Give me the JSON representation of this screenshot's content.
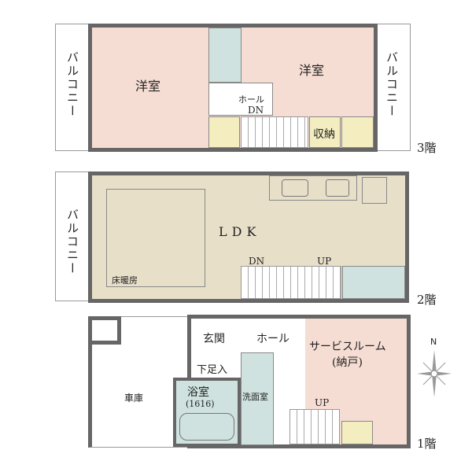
{
  "floors": [
    {
      "label": "3階",
      "rooms": {
        "western_left": "洋室",
        "western_right": "洋室",
        "hall": "ホール",
        "stair_dn": "DN",
        "storage": "収納",
        "balcony_left": "バルコニー",
        "balcony_right": "バルコニー"
      }
    },
    {
      "label": "2階",
      "rooms": {
        "ldk": "LDK",
        "floor_heating": "床暖房",
        "stair_dn": "DN",
        "stair_up": "UP",
        "balcony_left": "バルコニー"
      }
    },
    {
      "label": "1階",
      "rooms": {
        "entrance": "玄関",
        "hall": "ホール",
        "service_room": "サービスルーム",
        "service_room_sub": "(納戸)",
        "shoe_storage": "下足入",
        "bathroom": "浴室",
        "bathroom_size": "(1616)",
        "washroom": "洗面室",
        "garage": "車庫",
        "stair_up": "UP"
      }
    }
  ],
  "compass": {
    "north": "N"
  },
  "colors": {
    "bedroom": "#f6ddd3",
    "ldk": "#e8dfc9",
    "wet": "#cfe2df",
    "storage": "#f3edc0",
    "wall": "#666666"
  }
}
